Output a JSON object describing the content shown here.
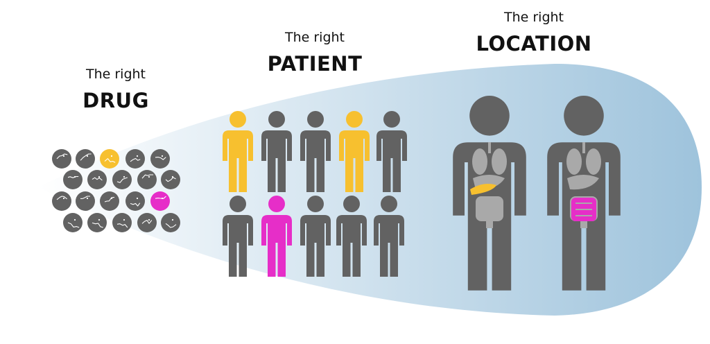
{
  "colors": {
    "beam_start": "#ffffff",
    "beam_end": "#9ec3dc",
    "person": "#626262",
    "highlight_yellow": "#f7c02f",
    "highlight_magenta": "#e62ec8",
    "organ": "#a9a9a9",
    "molecule_line": "#ffffff"
  },
  "icons": {
    "molecule": "molecule-icon",
    "person": "person-icon",
    "body_organs": "human-body-organs-icon"
  },
  "stages": [
    {
      "subtitle": "The right",
      "heading": "DRUG"
    },
    {
      "subtitle": "The right",
      "heading": "PATIENT"
    },
    {
      "subtitle": "The right",
      "heading": "LOCATION"
    }
  ]
}
